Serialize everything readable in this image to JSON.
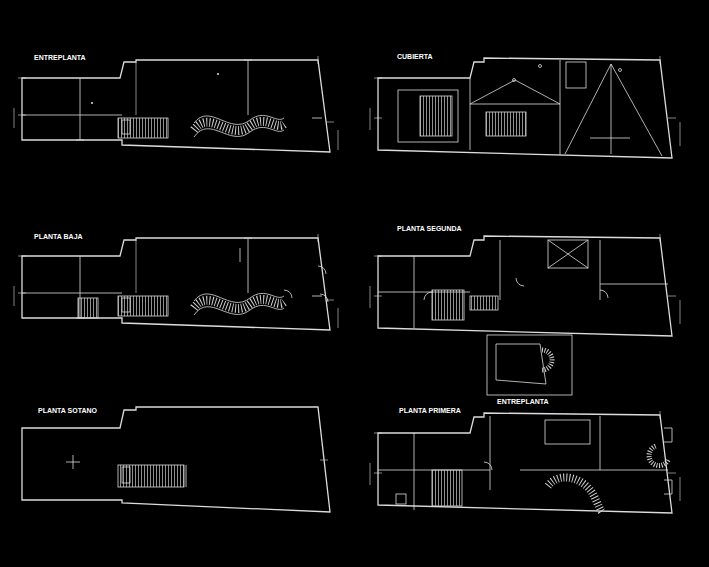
{
  "diagram": {
    "labels": [
      "ENTREPLANTA",
      "CUBIERTA",
      "PLANTA BAJA",
      "PLANTA SEGUNDA",
      "PLANTA SOTANO",
      "PLANTA PRIMERA",
      "ENTREPLANTA"
    ]
  }
}
